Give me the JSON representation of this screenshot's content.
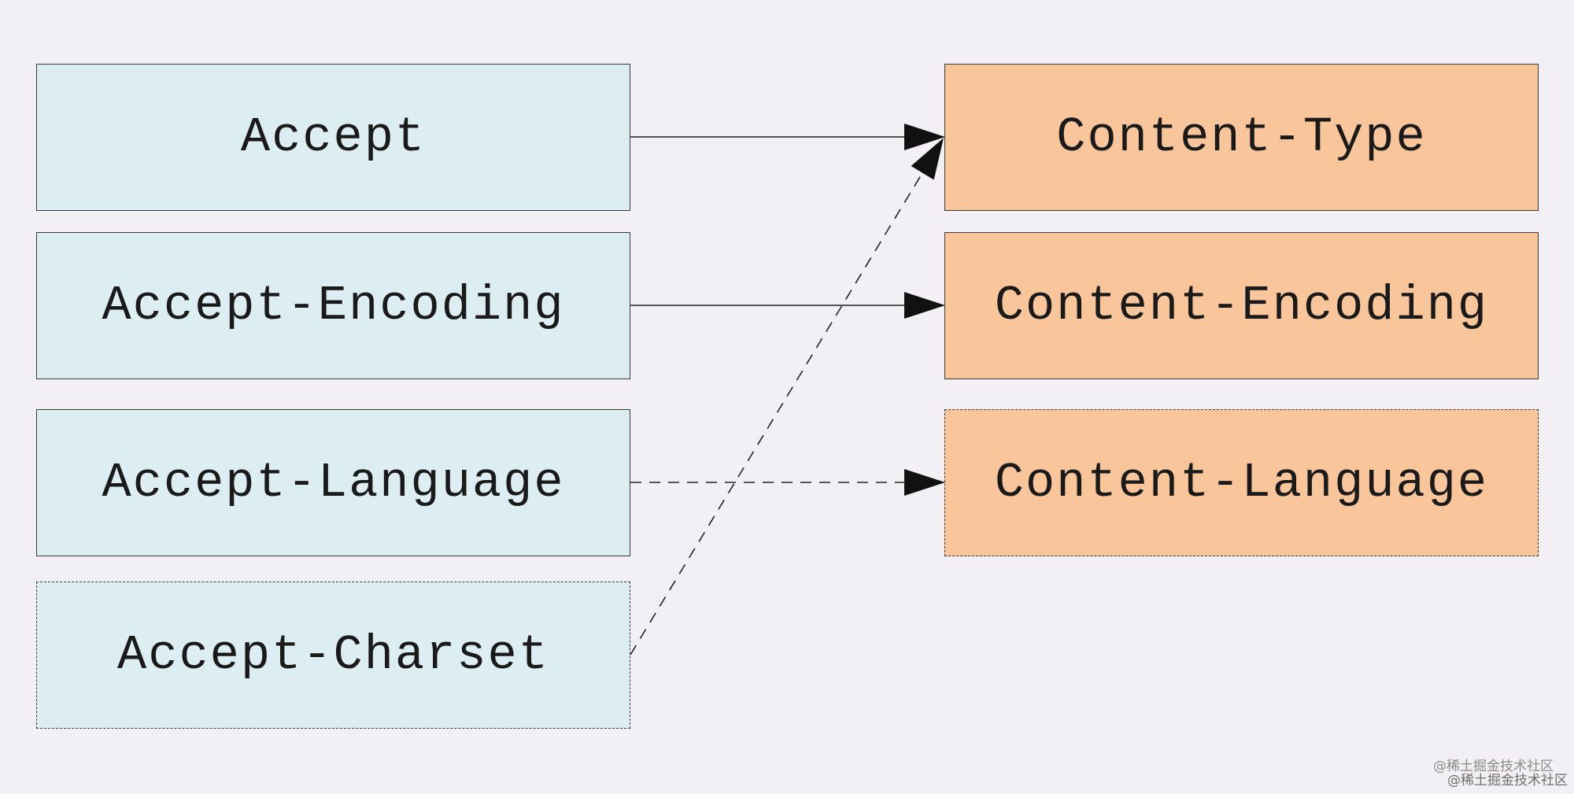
{
  "request_headers": [
    {
      "label": "Accept",
      "style": "solid"
    },
    {
      "label": "Accept-Encoding",
      "style": "solid"
    },
    {
      "label": "Accept-Language",
      "style": "solid"
    },
    {
      "label": "Accept-Charset",
      "style": "dashed"
    }
  ],
  "response_headers": [
    {
      "label": "Content-Type",
      "style": "solid"
    },
    {
      "label": "Content-Encoding",
      "style": "solid"
    },
    {
      "label": "Content-Language",
      "style": "dashed"
    }
  ],
  "connections": [
    {
      "from": "Accept",
      "to": "Content-Type",
      "style": "solid"
    },
    {
      "from": "Accept-Encoding",
      "to": "Content-Encoding",
      "style": "solid"
    },
    {
      "from": "Accept-Language",
      "to": "Content-Language",
      "style": "dashed"
    },
    {
      "from": "Accept-Charset",
      "to": "Content-Type",
      "style": "dashed"
    }
  ],
  "colors": {
    "background": "#f2f0f5",
    "request_fill": "#ddeef3",
    "response_fill": "#f9c59a",
    "stroke": "#3a3a3a"
  },
  "watermark": {
    "line1": "@稀土掘金技术社区",
    "line2": "@稀土掘金技术社区"
  }
}
